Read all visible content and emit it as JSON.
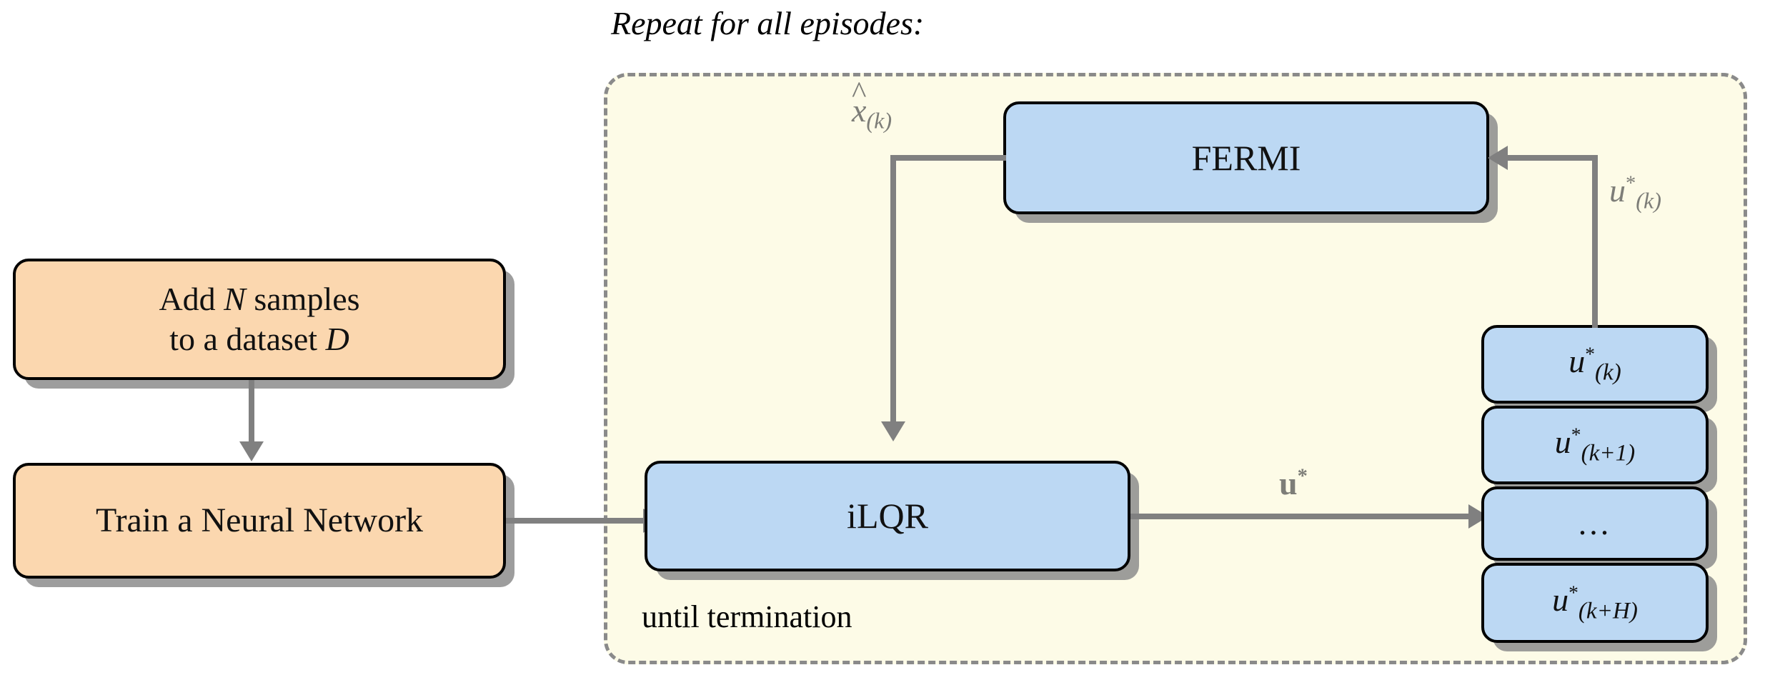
{
  "diagram": {
    "title": "Repeat for all episodes:",
    "loop_caption": "until termination",
    "colors": {
      "orange_fill": "#fbd7af",
      "blue_fill": "#bcd8f3",
      "container_fill": "#fdfbe7",
      "container_border": "#8a8a8a",
      "node_border": "#000000",
      "connector": "#808080",
      "label_gray": "#7d7d78"
    },
    "nodes": {
      "add_samples": {
        "line1_pre": "Add ",
        "line1_var": "N",
        "line1_post": " samples",
        "line2_pre": "to a dataset ",
        "line2_var": "D"
      },
      "train_nn": {
        "label": "Train a Neural Network"
      },
      "fermi": {
        "label": "FERMI"
      },
      "ilqr": {
        "label": "iLQR"
      },
      "control_stack": [
        {
          "base": "u",
          "star": "*",
          "sub": "(k)"
        },
        {
          "base": "u",
          "star": "*",
          "sub": "(k+1)"
        },
        {
          "base": "",
          "star": "",
          "sub": "",
          "ellipsis": "..."
        },
        {
          "base": "u",
          "star": "*",
          "sub": "(k+H)"
        }
      ]
    },
    "edge_labels": {
      "state_estimate": {
        "base": "x",
        "sub": "(k)",
        "hat": true
      },
      "control_feedback": {
        "base": "u",
        "star": "*",
        "sub": "(k)"
      },
      "control_sequence": {
        "base": "u",
        "star": "*"
      }
    }
  }
}
